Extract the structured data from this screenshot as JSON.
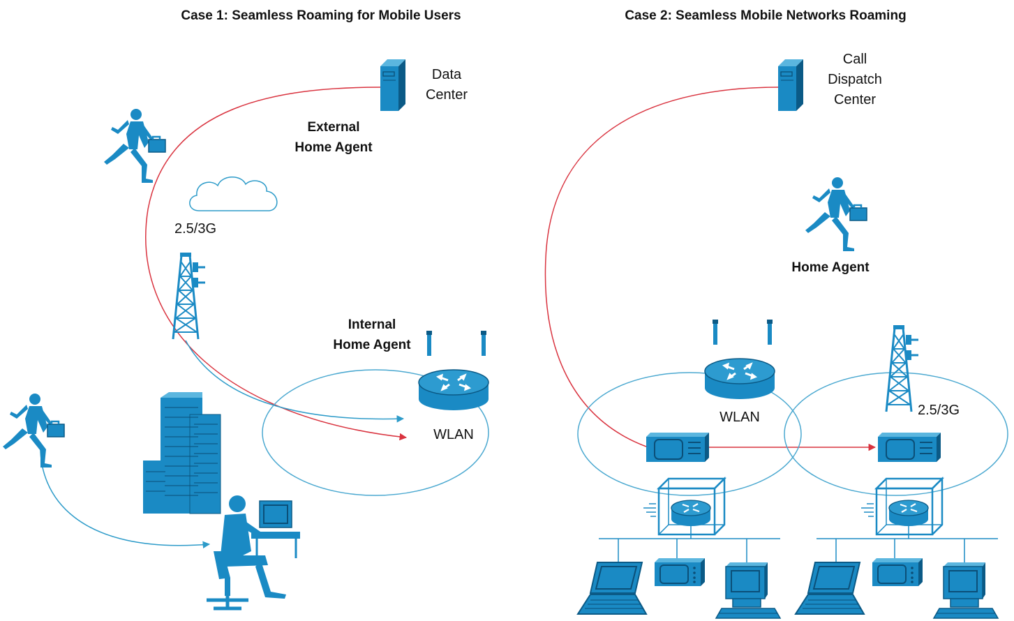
{
  "case1": {
    "title": "Case 1: Seamless Roaming for Mobile Users",
    "data_center": [
      "Data",
      "Center"
    ],
    "external_home_agent": [
      "External",
      "Home Agent"
    ],
    "cellular": "2.5/3G",
    "internal_home_agent": [
      "Internal",
      "Home Agent"
    ],
    "wlan": "WLAN"
  },
  "case2": {
    "title": "Case 2: Seamless Mobile Networks Roaming",
    "call_dispatch_center": [
      "Call",
      "Dispatch",
      "Center"
    ],
    "home_agent": "Home Agent",
    "wlan": "WLAN",
    "cellular": "2.5/3G"
  },
  "colors": {
    "icon_blue": "#1a8ac4",
    "icon_dark": "#0b5a86",
    "link_blue": "#2d9bc9",
    "link_red": "#d9333f",
    "ring": "#4aa8d0"
  }
}
